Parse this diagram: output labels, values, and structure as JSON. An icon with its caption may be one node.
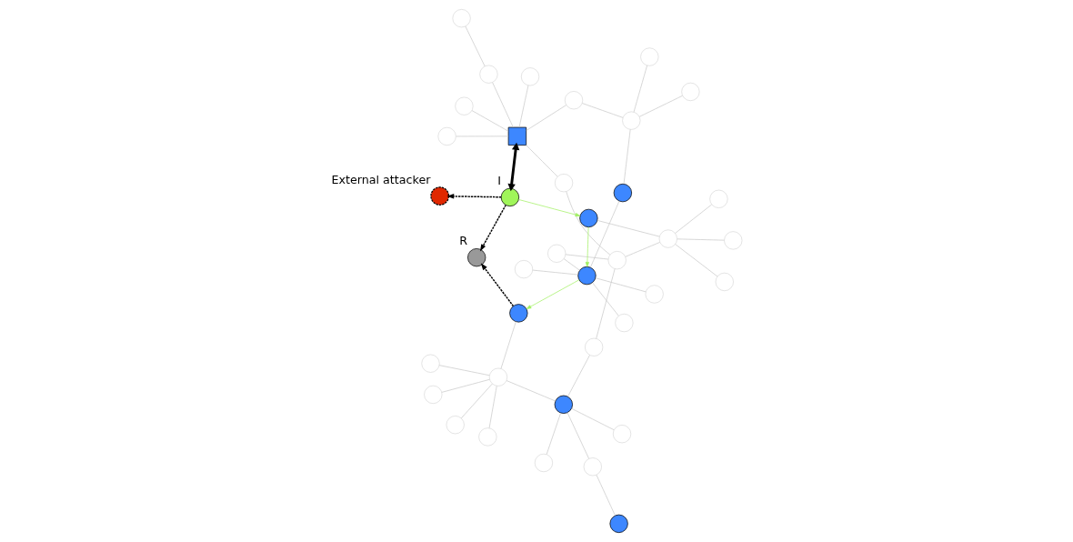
{
  "diagram": {
    "nodes": [
      {
        "text": [],
        "shape": "circle"
      },
      {
        "text": [],
        "shape": "circle"
      },
      {
        "text": [],
        "shape": "circle"
      },
      {
        "text": [],
        "shape": "circle"
      },
      {
        "text": [],
        "shape": "circle"
      },
      {
        "text": [],
        "shape": "box"
      },
      {
        "text": [],
        "shape": "circle"
      },
      {
        "text": [],
        "shape": "circle"
      },
      {
        "text": [],
        "shape": "circle"
      },
      {
        "text": [],
        "shape": "circle"
      },
      {
        "text": [],
        "shape": "circle"
      },
      {
        "text": [],
        "shape": "circle"
      },
      {
        "text": [],
        "shape": "circle"
      },
      {
        "text": [],
        "shape": "circle"
      },
      {
        "text": [],
        "shape": "circle"
      },
      {
        "text": [],
        "shape": "circle"
      },
      {
        "text": [],
        "shape": "circle"
      },
      {
        "text": [],
        "shape": "circle"
      },
      {
        "text": [],
        "shape": "circle"
      },
      {
        "text": [],
        "shape": "circle",
        "beside": [
          "I"
        ]
      },
      {
        "text": [],
        "shape": "circle",
        "beside": [
          "R"
        ]
      },
      {
        "text": [],
        "shape": "circle"
      },
      {
        "text": [],
        "shape": "circle"
      },
      {
        "text": [],
        "shape": "circle"
      },
      {
        "text": [],
        "shape": "circle"
      },
      {
        "text": [],
        "shape": "circle"
      },
      {
        "text": [],
        "shape": "circle"
      },
      {
        "text": [],
        "shape": "circle"
      },
      {
        "text": [],
        "shape": "circle"
      },
      {
        "text": [],
        "shape": "circle"
      },
      {
        "text": [],
        "shape": "circle"
      },
      {
        "text": [],
        "shape": "circle"
      },
      {
        "text": [],
        "shape": "circle"
      },
      {
        "text": [],
        "shape": "circle",
        "beside": [
          "External attacker"
        ]
      },
      {
        "text": [],
        "shape": "circle"
      },
      {
        "text": [],
        "shape": "circle"
      },
      {
        "text": [],
        "shape": "circle"
      },
      {
        "text": [],
        "shape": "circle"
      }
    ],
    "edges": [
      {
        "from": 0,
        "to": 5,
        "arrow": "none"
      },
      {
        "from": 7,
        "to": 5,
        "arrow": "none"
      },
      {
        "from": 5,
        "to": 6,
        "arrow": "none"
      },
      {
        "from": 5,
        "to": 14,
        "arrow": "none"
      },
      {
        "from": 5,
        "to": 16,
        "arrow": "none"
      },
      {
        "from": 5,
        "to": 23,
        "arrow": "none"
      },
      {
        "from": 1,
        "to": 14,
        "arrow": "none"
      },
      {
        "from": 11,
        "to": 12,
        "arrow": "none"
      },
      {
        "from": 12,
        "to": 13,
        "arrow": "none"
      },
      {
        "from": 12,
        "to": 23,
        "arrow": "none"
      },
      {
        "from": 12,
        "to": 28,
        "arrow": "none"
      },
      {
        "from": 16,
        "to": 17,
        "arrow": "none"
      },
      {
        "from": 17,
        "to": 24,
        "arrow": "none"
      },
      {
        "from": 17,
        "to": 30,
        "arrow": "none"
      },
      {
        "from": 17,
        "to": 21,
        "arrow": "none"
      },
      {
        "from": 2,
        "to": 15,
        "arrow": "none"
      },
      {
        "from": 3,
        "to": 4,
        "arrow": "none"
      },
      {
        "from": 8,
        "to": 4,
        "arrow": "none"
      },
      {
        "from": 4,
        "to": 9,
        "arrow": "none"
      },
      {
        "from": 4,
        "to": 10,
        "arrow": "none"
      },
      {
        "from": 4,
        "to": 22,
        "arrow": "none"
      },
      {
        "from": 4,
        "to": 18,
        "arrow": "none"
      },
      {
        "from": 15,
        "to": 22,
        "arrow": "none"
      },
      {
        "from": 22,
        "to": 21,
        "arrow": "none"
      },
      {
        "from": 22,
        "to": 26,
        "arrow": "none"
      },
      {
        "from": 22,
        "to": 27,
        "arrow": "none"
      },
      {
        "from": 24,
        "to": 32,
        "arrow": "none"
      },
      {
        "from": 28,
        "to": 32,
        "arrow": "none"
      },
      {
        "from": 31,
        "to": 32,
        "arrow": "none"
      },
      {
        "from": 32,
        "to": 36,
        "arrow": "none"
      },
      {
        "from": 32,
        "to": 35,
        "arrow": "none"
      },
      {
        "from": 30,
        "to": 25,
        "arrow": "none"
      },
      {
        "from": 30,
        "to": 29,
        "arrow": "none"
      },
      {
        "from": 30,
        "to": 34,
        "arrow": "none"
      },
      {
        "from": 30,
        "to": 37,
        "arrow": "none"
      },
      {
        "from": 19,
        "to": 5,
        "arrow": "both",
        "style": "thick",
        "color": "#000000"
      },
      {
        "from": 19,
        "to": 20,
        "arrow": "to",
        "style": "dashed",
        "color": "#000000"
      },
      {
        "from": 19,
        "to": 33,
        "arrow": "to",
        "style": "dashed",
        "color": "#000000"
      },
      {
        "from": 10,
        "to": 20,
        "arrow": "to",
        "style": "dashed",
        "color": "#000000"
      },
      {
        "from": 19,
        "to": 29,
        "arrow": "to",
        "color": "#a0f060"
      },
      {
        "from": 29,
        "to": 32,
        "arrow": "to",
        "color": "#a0f060"
      },
      {
        "from": 32,
        "to": 10,
        "arrow": "to",
        "color": "#a0f060"
      }
    ]
  }
}
